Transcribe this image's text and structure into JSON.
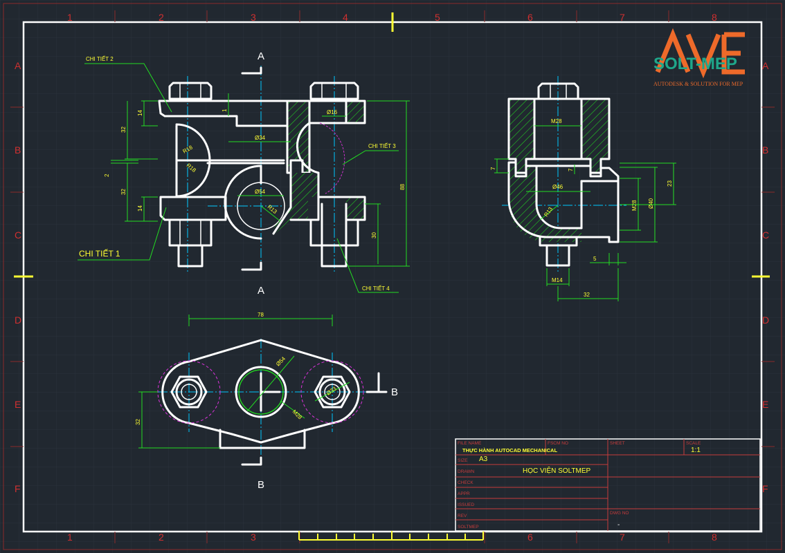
{
  "sheet": {
    "col_labels": [
      "1",
      "2",
      "3",
      "4",
      "5",
      "6",
      "7",
      "8"
    ],
    "row_labels": [
      "A",
      "B",
      "C",
      "D",
      "E",
      "F"
    ]
  },
  "logo": {
    "text": "SOLT-MEP",
    "tagline": "AUTODESK & SOLUTION FOR MEP",
    "colors": {
      "mark": "#ee6a2a",
      "text": "#1fa68a",
      "tagline": "#ee6a2a"
    }
  },
  "callouts": {
    "part1": "CHI TIẾT 1",
    "part2": "CHI TIẾT 2",
    "part3": "CHI TIẾT 3",
    "part4": "CHI TIẾT 4"
  },
  "section_marks": {
    "a_top": "A",
    "a_bottom": "A",
    "b_right": "B",
    "b_bottom": "B"
  },
  "dims": {
    "d14a": "14",
    "d32a": "32",
    "d2": "2",
    "d32b": "32",
    "d14b": "14",
    "d1": "1",
    "r18a": "R18",
    "r18b": "R18",
    "phi34": "Ø34",
    "phi54": "Ø54",
    "r13a": "R13",
    "phi16": "Ø16",
    "d88": "88",
    "d30": "30",
    "m28a": "M28",
    "d7a": "7",
    "d7b": "7",
    "phi46": "Ø46",
    "r13b": "R13",
    "m28b": "M28",
    "phi40": "Ø40",
    "d23": "23",
    "d5": "5",
    "m14": "M14",
    "d32c": "32",
    "d78": "78",
    "phi54b": "Ø54",
    "phi33": "Ø33",
    "m28c": "M28",
    "d32d": "32"
  },
  "title_block": {
    "file_name_label": "FILE NAME",
    "file_name": "THỰC HÀNH AUTOCAD MECHANICAL",
    "fscm_label": "FSCM NO",
    "sheet_label": "SHEET",
    "scale_label": "SCALE",
    "scale": "1:1",
    "size_label": "SIZE",
    "size": "A3",
    "drawn_label": "DRAWN",
    "drawn": "HỌC VIỆN SOLTMEP",
    "check_label": "CHECK",
    "appr_label": "APPR",
    "issued_label": "ISSUED",
    "rev_label": "REV",
    "dwg_label": "DWG NO",
    "dwg_no": "-",
    "bottom_label": "SOLTMEP"
  },
  "colors": {
    "background": "#212830",
    "border": "#ffffff",
    "dimension": "#22dd22",
    "text": "#ffff33",
    "center": "#00c8ff",
    "grid_label": "#d03030"
  }
}
